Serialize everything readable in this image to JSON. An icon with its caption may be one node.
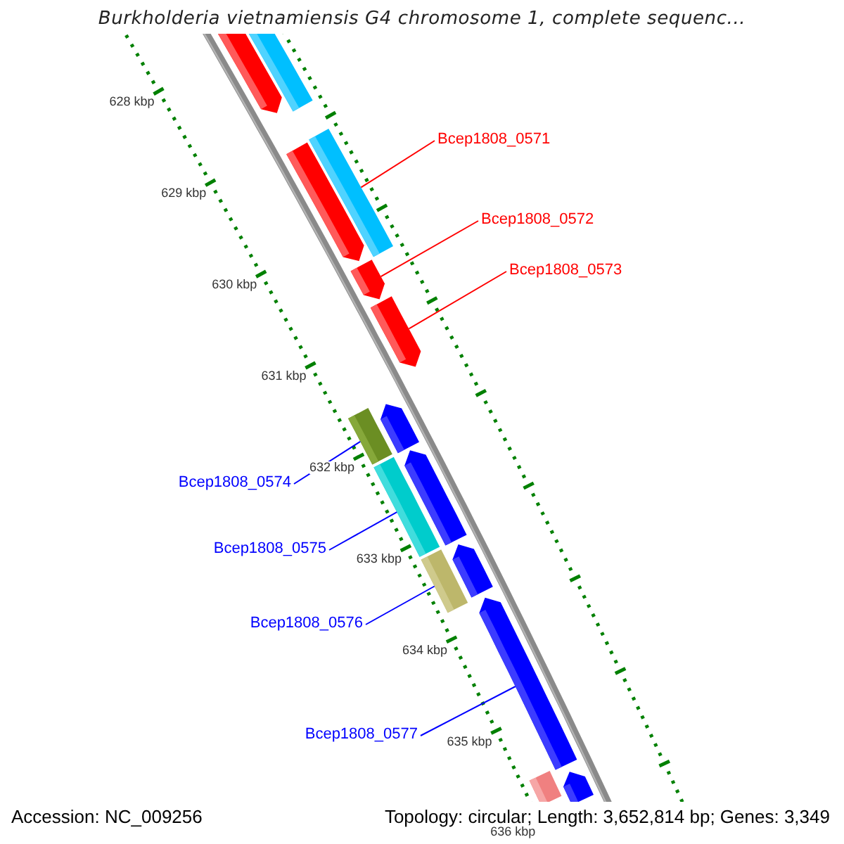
{
  "diagram": {
    "title": "Burkholderia vietnamiensis G4 chromosome 1, complete sequenc...",
    "nodes": [
      {
        "text": [],
        "shape": "pentagon"
      },
      {
        "text": [],
        "shape": "bar"
      },
      {
        "text": [],
        "shape": "pentagon"
      },
      {
        "text": [],
        "shape": "bar"
      },
      {
        "text": [
          "Bcep1808_0571"
        ]
      },
      {
        "text": [
          "Bcep1808_0572"
        ]
      },
      {
        "text": [],
        "shape": "pentagon"
      },
      {
        "text": [
          "Bcep1808_0573"
        ]
      },
      {
        "text": [],
        "shape": "pentagon"
      },
      {
        "text": [],
        "shape": "bar"
      },
      {
        "text": [],
        "shape": "pentagon"
      },
      {
        "text": [
          "Bcep1808_0574"
        ]
      },
      {
        "text": [],
        "shape": "bar"
      },
      {
        "text": [],
        "shape": "pentagon"
      },
      {
        "text": [
          "Bcep1808_0575"
        ]
      },
      {
        "text": [],
        "shape": "bar"
      },
      {
        "text": [],
        "shape": "pentagon"
      },
      {
        "text": [
          "Bcep1808_0576"
        ]
      },
      {
        "text": [],
        "shape": "pentagon"
      },
      {
        "text": [
          "Bcep1808_0577"
        ]
      },
      {
        "text": [],
        "shape": "bar"
      },
      {
        "text": [],
        "shape": "pentagon"
      }
    ],
    "edges": [
      {
        "from": 4,
        "to": 3,
        "arrow": "none",
        "color": "#ff0000"
      },
      {
        "from": 5,
        "to": 6,
        "arrow": "none",
        "color": "#ff0000"
      },
      {
        "from": 7,
        "to": 8,
        "arrow": "none",
        "color": "#ff0000"
      },
      {
        "from": 11,
        "to": 9,
        "arrow": "none"
      },
      {
        "from": 14,
        "to": 12,
        "arrow": "none"
      },
      {
        "from": 17,
        "to": 15,
        "arrow": "none"
      },
      {
        "from": 19,
        "to": 18,
        "arrow": "none"
      }
    ],
    "labels": [
      "628 kbp",
      "629 kbp",
      "630 kbp",
      "631 kbp",
      "632 kbp",
      "633 kbp",
      "634 kbp",
      "635 kbp",
      "636 kbp",
      "Accession: NC_009256",
      "Topology: circular; Length: 3,652,814 bp; Genes: 3,349"
    ]
  }
}
